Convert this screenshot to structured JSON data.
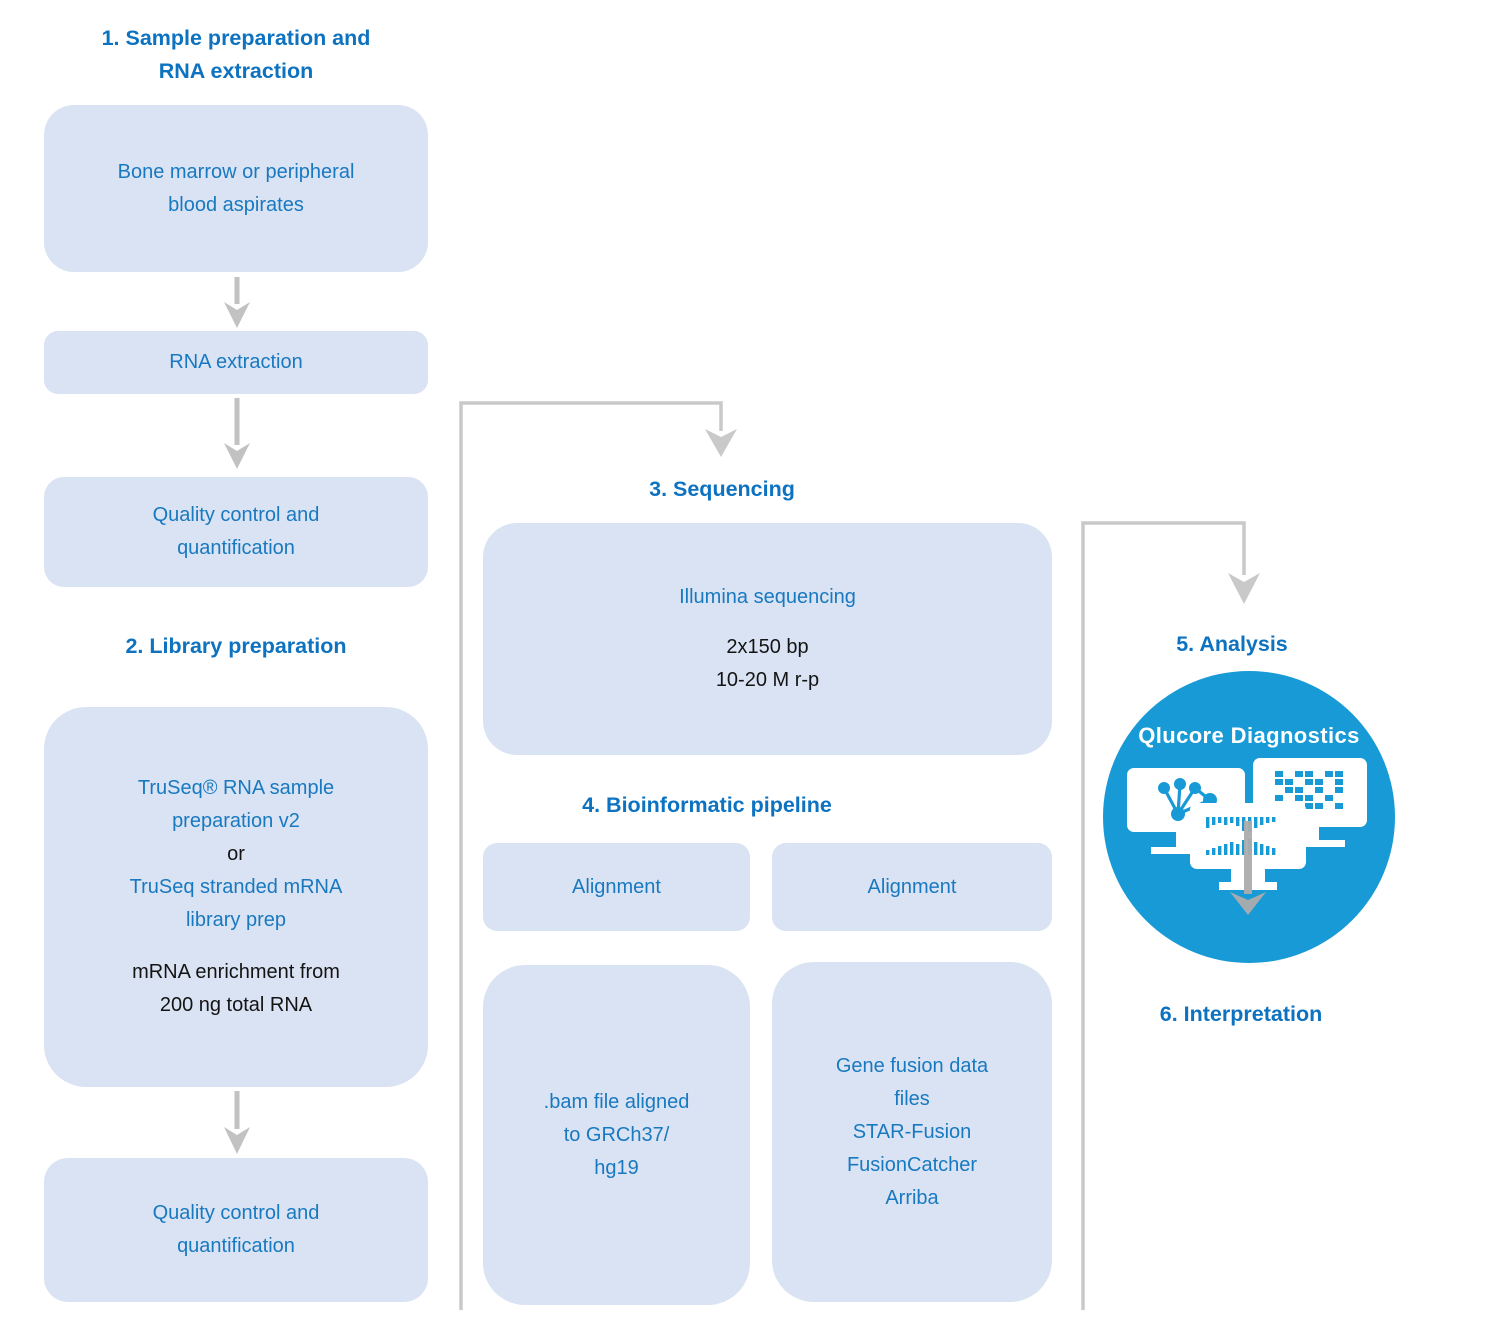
{
  "titles": {
    "step1_line1": "1. Sample preparation and",
    "step1_line2": "RNA extraction",
    "step2": "2. Library preparation",
    "step3": "3. Sequencing",
    "step4": "4. Bioinformatic pipeline",
    "step5": "5. Analysis",
    "step6": "6. Interpretation"
  },
  "boxes": {
    "sample": {
      "lines": [
        "Bone marrow or peripheral",
        "blood aspirates"
      ]
    },
    "rna_extraction": {
      "label": "RNA extraction"
    },
    "qc1": {
      "lines": [
        "Quality control and",
        "quantification"
      ]
    },
    "library": {
      "lines": [
        "TruSeq® RNA sample",
        "preparation v2",
        "or",
        "TruSeq stranded mRNA",
        "library prep",
        "mRNA enrichment from",
        "200 ng total RNA"
      ]
    },
    "qc2": {
      "lines": [
        "Quality control and",
        "quantification"
      ]
    },
    "sequencing": {
      "lines": [
        "Illumina sequencing",
        "2x150 bp",
        "10-20 M r-p"
      ]
    },
    "alignment_left": {
      "label": "Alignment"
    },
    "alignment_right": {
      "label": "Alignment"
    },
    "bam": {
      "lines": [
        ".bam file aligned",
        "to GRCh37/",
        "hg19"
      ]
    },
    "fusion": {
      "lines": [
        "Gene fusion data",
        "files",
        "STAR-Fusion",
        "FusionCatcher",
        "Arriba"
      ]
    }
  },
  "analysis": {
    "logo_label": "Qlucore Diagnostics"
  },
  "colors": {
    "box_fill": "#DAE3F3",
    "text_blue": "#1879C0",
    "title_blue": "#0D72C0",
    "logo_circle_blue": "#189AD6",
    "connector_gray": "#C6C6C6",
    "black_text": "#141414"
  }
}
